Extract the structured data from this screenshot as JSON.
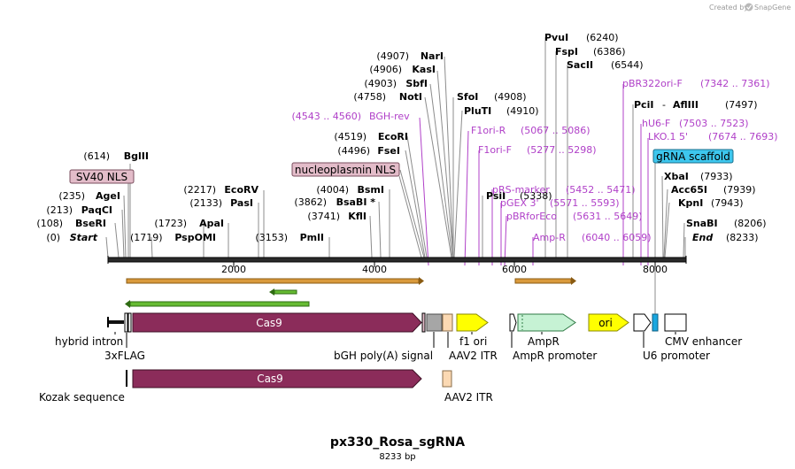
{
  "credit": {
    "text": "Created by",
    "brand": "SnapGene"
  },
  "title": "px330_Rosa_sgRNA",
  "subtitle": "8233 bp",
  "ruler": {
    "ticks": [
      "2000",
      "4000",
      "6000",
      "8000"
    ]
  },
  "sites": {
    "start": {
      "pos": "(0)",
      "name": "Start"
    },
    "bseri": {
      "pos": "(108)",
      "name": "BseRI"
    },
    "paqci": {
      "pos": "(213)",
      "name": "PaqCI"
    },
    "agei": {
      "pos": "(235)",
      "name": "AgeI"
    },
    "bglii": {
      "pos": "(614)",
      "name": "BglII"
    },
    "pspomi": {
      "pos": "(1719)",
      "name": "PspOMI"
    },
    "apai": {
      "pos": "(1723)",
      "name": "ApaI"
    },
    "pasi": {
      "pos": "(2133)",
      "name": "PasI"
    },
    "ecorv": {
      "pos": "(2217)",
      "name": "EcoRV"
    },
    "pmli": {
      "pos": "(3153)",
      "name": "PmlI"
    },
    "kfli": {
      "pos": "(3741)",
      "name": "KflI"
    },
    "bsabi": {
      "pos": "(3862)",
      "name": "BsaBI *"
    },
    "bsmi": {
      "pos": "(4004)",
      "name": "BsmI"
    },
    "fsei": {
      "pos": "(4496)",
      "name": "FseI"
    },
    "ecori": {
      "pos": "(4519)",
      "name": "EcoRI"
    },
    "noti": {
      "pos": "(4758)",
      "name": "NotI"
    },
    "sbfi": {
      "pos": "(4903)",
      "name": "SbfI"
    },
    "kasi": {
      "pos": "(4906)",
      "name": "KasI"
    },
    "nari": {
      "pos": "(4907)",
      "name": "NarI"
    },
    "sfoi": {
      "pos": "(4908)",
      "name": "SfoI"
    },
    "pluti": {
      "pos": "(4910)",
      "name": "PluTI"
    },
    "psii": {
      "pos": "(5338)",
      "name": "PsiI"
    },
    "pvui": {
      "pos": "(6240)",
      "name": "PvuI"
    },
    "fspi": {
      "pos": "(6386)",
      "name": "FspI"
    },
    "sacii": {
      "pos": "(6544)",
      "name": "SacII"
    },
    "pcii": {
      "name": "PciI",
      "sep": "-",
      "name2": "AflIII",
      "pos": "(7497)"
    },
    "xbai": {
      "pos": "(7933)",
      "name": "XbaI"
    },
    "acc65i": {
      "pos": "(7939)",
      "name": "Acc65I"
    },
    "kpni": {
      "pos": "(7943)",
      "name": "KpnI"
    },
    "snabi": {
      "pos": "(8206)",
      "name": "SnaBI"
    },
    "end": {
      "pos": "(8233)",
      "name": "End"
    }
  },
  "primers": {
    "bgh_rev": {
      "range": "(4543 .. 4560)",
      "name": "BGH-rev"
    },
    "f1ori_r": {
      "name": "F1ori-R",
      "range": "(5067 .. 5086)"
    },
    "f1ori_f": {
      "name": "F1ori-F",
      "range": "(5277 .. 5298)"
    },
    "prs_marker": {
      "name": "pRS-marker",
      "range": "(5452 .. 5471)"
    },
    "pgex3": {
      "name": "pGEX 3'",
      "range": "(5571 .. 5593)"
    },
    "pbrforeco": {
      "name": "pBRforEco",
      "range": "(5631 .. 5649)"
    },
    "amp_r": {
      "name": "Amp-R",
      "range": "(6040 .. 6059)"
    },
    "pbr322ori_f": {
      "name": "pBR322ori-F",
      "range": "(7342 .. 7361)"
    },
    "hu6_f": {
      "name": "hU6-F",
      "range": "(7503 .. 7523)"
    },
    "lko1": {
      "name": "LKO.1 5'",
      "range": "(7674 .. 7693)"
    }
  },
  "boxed_features": {
    "sv40_nls": "SV40 NLS",
    "nucleoplasmin_nls": "nucleoplasmin NLS",
    "grna_scaffold": "gRNA scaffold"
  },
  "features": {
    "cas9_main": "Cas9",
    "cas9_second": "Cas9",
    "ori": "ori",
    "hybrid_intron": "hybrid intron",
    "flag3x": "3xFLAG",
    "bgh_polya": "bGH poly(A) signal",
    "f1ori": "f1 ori",
    "aav2_itr_1": "AAV2 ITR",
    "ampr": "AmpR",
    "ampr_promoter": "AmpR promoter",
    "cmv_enhancer": "CMV enhancer",
    "u6_promoter": "U6 promoter",
    "kozak": "Kozak sequence",
    "aav2_itr_2": "AAV2 ITR"
  },
  "colors": {
    "cas9": "#8b2c5a",
    "yellow": "#ffff00",
    "ampr": "#c6f2d4",
    "purple_primer": "#b040c8",
    "nls_box": "#e3bcc9",
    "grna_box": "#3dc7ee",
    "orange_orf": "#d99a3c",
    "green_orf": "#66bb33",
    "itr": "#fbd9b3",
    "polya": "#a6a6a6",
    "u6": "#1aa7e0"
  }
}
